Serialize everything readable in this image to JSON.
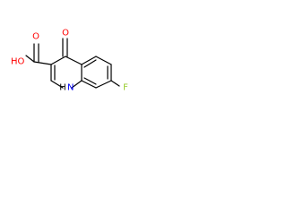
{
  "molecule": {
    "atoms": {
      "hydroxyl": {
        "label": "HO",
        "color": "#ff0000"
      },
      "carbonyl_oxygen": {
        "label": "O",
        "color": "#ff0000"
      },
      "ring_carbonyl_oxygen": {
        "label": "O",
        "color": "#ff0000"
      },
      "amine": {
        "label": "H",
        "color": "#000000"
      },
      "ring_nitrogen": {
        "label": "N",
        "color": "#0000ff"
      },
      "fluorine": {
        "label": "F",
        "color": "#9acd32"
      }
    },
    "bond_color": "#000000"
  }
}
